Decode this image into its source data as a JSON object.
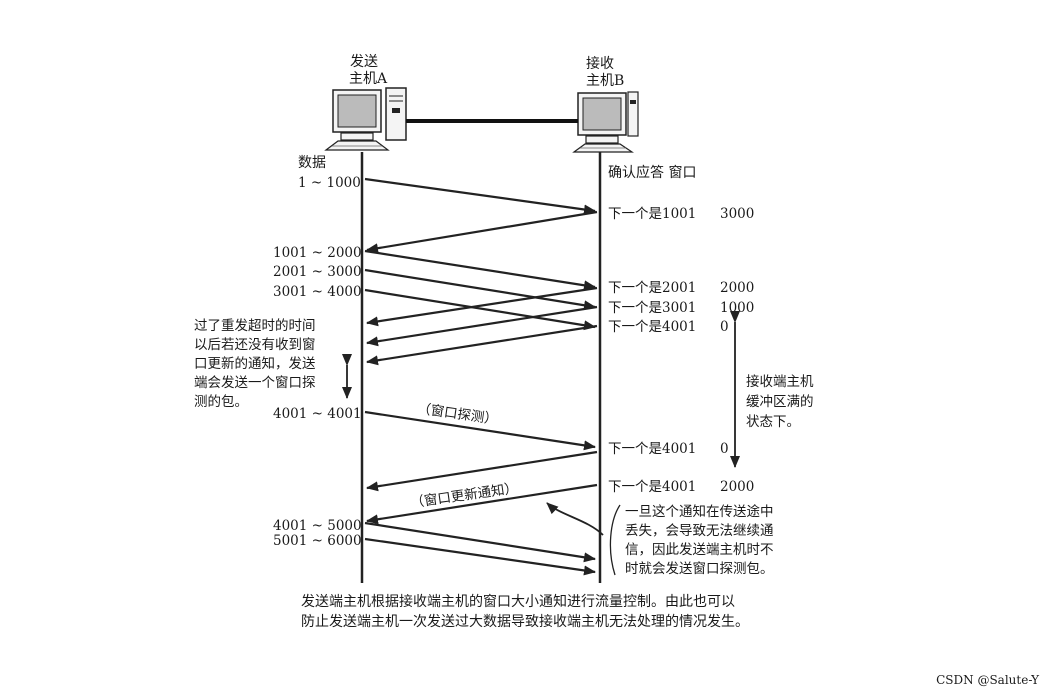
{
  "sender": {
    "line1": "发送",
    "line2": "主机A"
  },
  "receiver": {
    "line1": "接收",
    "line2": "主机B"
  },
  "data_header": "数据",
  "ack_header": "确认应答 窗口",
  "data_labels": [
    "1 ~ 1000",
    "1001 ~ 2000",
    "2001 ~ 3000",
    "3001 ~ 4000",
    "4001 ~ 4001",
    "4001 ~ 5000",
    "5001 ~ 6000"
  ],
  "acks": [
    {
      "next": "下一个是1001",
      "window": "3000"
    },
    {
      "next": "下一个是2001",
      "window": "2000"
    },
    {
      "next": "下一个是3001",
      "window": "1000"
    },
    {
      "next": "下一个是4001",
      "window": "0"
    },
    {
      "next": "下一个是4001",
      "window": "0"
    },
    {
      "next": "下一个是4001",
      "window": "2000"
    }
  ],
  "note_left": [
    "过了重发超时的时间",
    "以后若还没有收到窗",
    "口更新的通知，发送",
    "端会发送一个窗口探",
    "测的包。"
  ],
  "note_right": [
    "接收端主机",
    "缓冲区满的",
    "状态下。"
  ],
  "note_bottom_right": [
    "一旦这个通知在传送途中",
    "丢失，会导致无法继续通",
    "信，因此发送端主机时不",
    "时就会发送窗口探测包。"
  ],
  "probe_label": "（窗口探测）",
  "update_label": "（窗口更新通知）",
  "caption": [
    "发送端主机根据接收端主机的窗口大小通知进行流量控制。由此也可以",
    "防止发送端主机一次发送过大数据导致接收端主机无法处理的情况发生。"
  ],
  "watermark": "CSDN @Salute-Y"
}
